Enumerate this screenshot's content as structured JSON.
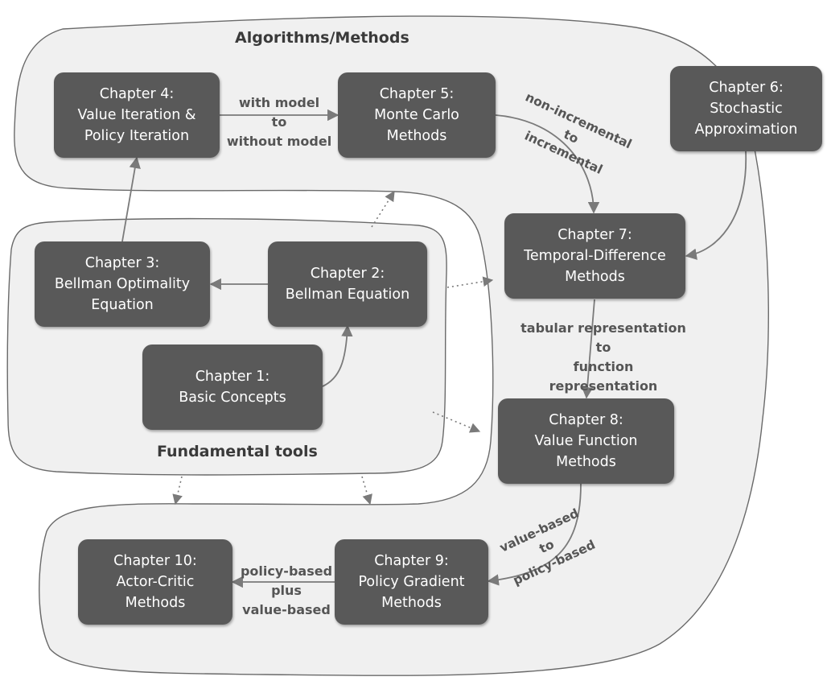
{
  "regions": {
    "algorithms_title": "Algorithms/Methods",
    "fundamental_title": "Fundamental tools"
  },
  "chapters": {
    "ch1": "Chapter 1:\nBasic Concepts",
    "ch2": "Chapter 2:\nBellman Equation",
    "ch3": "Chapter 3:\nBellman Optimality\nEquation",
    "ch4": "Chapter 4:\nValue Iteration &\nPolicy Iteration",
    "ch5": "Chapter 5:\nMonte Carlo\nMethods",
    "ch6": "Chapter 6:\nStochastic\nApproximation",
    "ch7": "Chapter 7:\nTemporal-Difference\nMethods",
    "ch8": "Chapter 8:\nValue Function\nMethods",
    "ch9": "Chapter 9:\nPolicy Gradient\nMethods",
    "ch10": "Chapter 10:\nActor-Critic\nMethods"
  },
  "edge_labels": {
    "ch4_to_ch5": "with model\nto\nwithout model",
    "ch5_to_ch7": [
      "non-incremental",
      "to",
      "incremental"
    ],
    "ch7_to_ch8": "tabular representation\nto\nfunction representation",
    "ch8_to_ch9": [
      "value-based",
      "to",
      "policy-based"
    ],
    "ch9_to_ch10": "policy-based\nplus\nvalue-based"
  },
  "colors": {
    "box_fill": "#595959",
    "box_text": "#ffffff",
    "region_fill": "#f0f0f0",
    "label_text": "#555555",
    "arrow": "#7a7a7a"
  }
}
